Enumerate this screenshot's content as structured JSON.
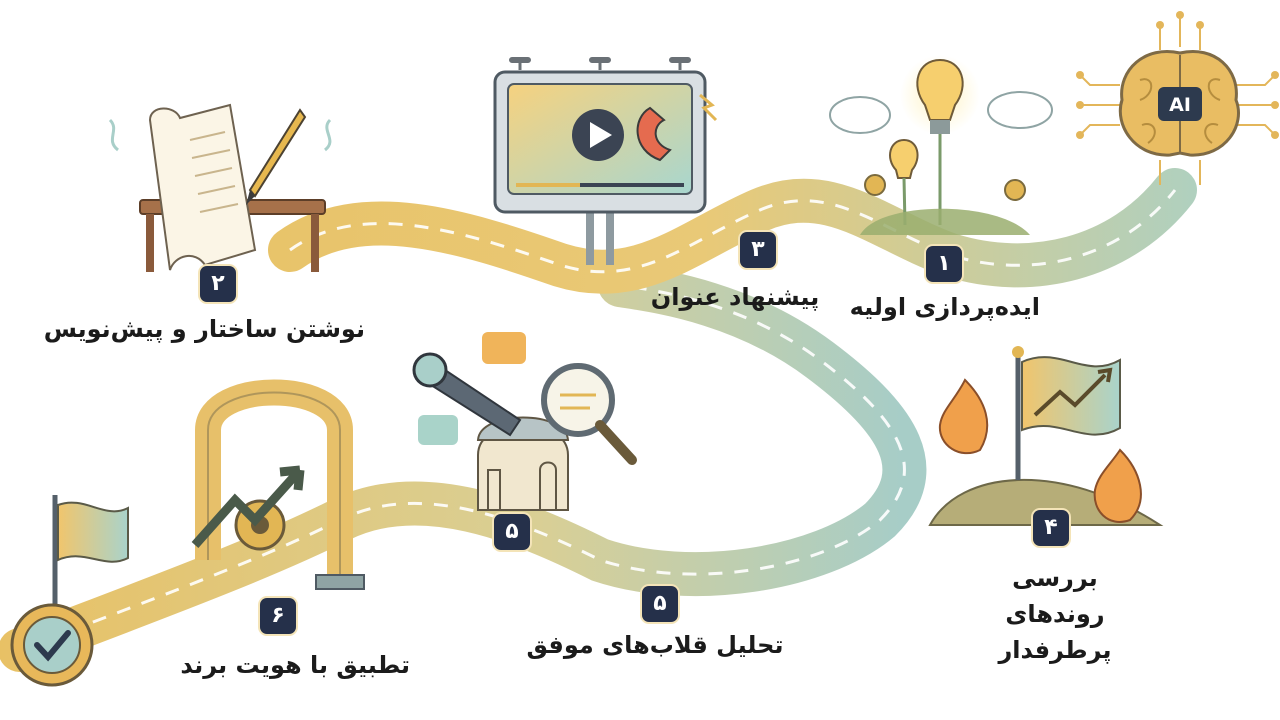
{
  "steps": [
    {
      "number": "۱",
      "label": "ایده‌پردازی اولیه"
    },
    {
      "number": "۲",
      "label": "نوشتن ساختار و پیش‌نویس"
    },
    {
      "number": "۳",
      "label": "پیشنهاد عنوان"
    },
    {
      "number": "۴",
      "label": "بررسی روندهای پرطرفدار"
    },
    {
      "number": "۵",
      "label": "تحلیل قلاب‌های موفق"
    },
    {
      "number": "۶",
      "label": "تطبیق با هویت برند"
    }
  ],
  "icons": {
    "start": "ai-brain-icon",
    "step1": "lightbulb-idea-icon",
    "step2": "scroll-pen-icon",
    "step3": "billboard-video-magnet-icon",
    "step4": "flag-trend-fire-icon",
    "step5": "observatory-telescope-magnifier-icon",
    "step6": "arch-arrow-gear-icon",
    "finish": "checkmark-badge-flag-icon"
  },
  "brain_text": "AI",
  "colors": {
    "road_gold": "#e9c164",
    "road_teal": "#a9cfc9",
    "badge": "#25304a",
    "dash": "#ffffff"
  }
}
